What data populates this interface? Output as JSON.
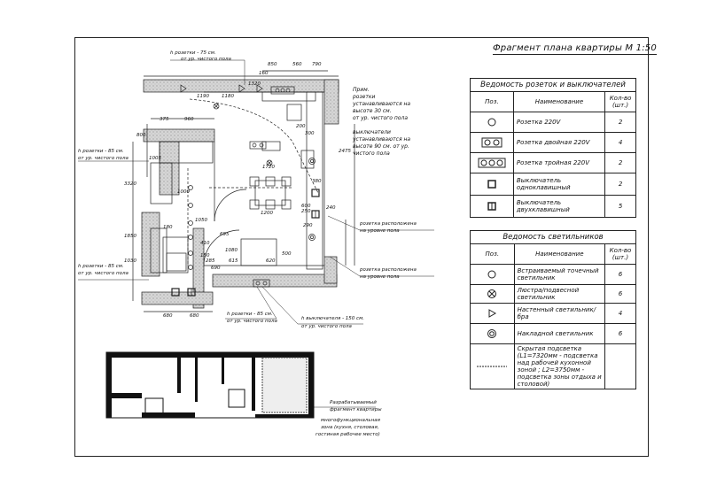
{
  "title": "Фрагмент плана квартиры М 1:50",
  "sockets_table": {
    "caption": "Ведомость розеток и выключателей",
    "headers": [
      "Поз.",
      "Наименование",
      "Кол-во (шт.)"
    ],
    "rows": [
      {
        "icon": "socket-icon",
        "name": "Розетка 220V",
        "qty": "2"
      },
      {
        "icon": "double-socket-icon",
        "name": "Розетка двойная 220V",
        "qty": "4"
      },
      {
        "icon": "triple-socket-icon",
        "name": "Розетка тройная 220V",
        "qty": "2"
      },
      {
        "icon": "single-switch-icon",
        "name": "Выключатель одноклавишный",
        "qty": "2"
      },
      {
        "icon": "double-switch-icon",
        "name": "Выключатель двухклавишный",
        "qty": "5"
      }
    ]
  },
  "lights_table": {
    "caption": "Ведомость светильников",
    "headers": [
      "Поз.",
      "Наименование",
      "Кол-во (шт.)"
    ],
    "rows": [
      {
        "icon": "spotlight-icon",
        "name": "Встраиваемый точечный светильник",
        "qty": "6"
      },
      {
        "icon": "chandelier-icon",
        "name": "Люстра/подвесной светильник",
        "qty": "6"
      },
      {
        "icon": "wall-light-icon",
        "name": "Настенный светильник/бра",
        "qty": "4"
      },
      {
        "icon": "surface-light-icon",
        "name": "Накладной светильник",
        "qty": "6"
      },
      {
        "icon": "hidden-light-icon",
        "name": "Скрытая подсветка (L1=7320мм - подсветка над рабочей кухонной зоной ; L2=3750мм - подсветка зоны отдыха и столовой)",
        "qty": ""
      }
    ]
  },
  "notes": {
    "prim_1": "Прим.",
    "prim_2": "розетки",
    "prim_3": "устанавливаются на",
    "prim_4": "высоте 30 см.",
    "prim_5": "от ур. чистого пола",
    "sw_1": "выключатели",
    "sw_2": "устанавливаются на",
    "sw_3": "высоте 90 см. от ур.",
    "sw_4": "чистого пола"
  },
  "labels": {
    "h75_a": "h розетки - 75 см.",
    "h75_b": "от ур. чистого пола",
    "h85a_a": "h розетки - 85 см.",
    "h85a_b": "от ур. чистого пола",
    "h85b_a": "h розетки - 85 см.",
    "h85b_b": "от ур. чистого пола",
    "h85c_a": "h розетки - 85 см.",
    "h85c_b": "от ур. чистого пола",
    "h150_a": "h выключателя - 150 см.",
    "h150_b": "от ур. чистого пола",
    "floor1_a": "розетка расположена",
    "floor1_b": "на уровне пола",
    "floor2_a": "розетка расположена",
    "floor2_b": "на уровне пола",
    "frag_1": "Разрабатываемый",
    "frag_2": "фрагмент квартиры",
    "zone_1": "многофункциональная",
    "zone_2": "зона (кухня, столовая,",
    "zone_3": "гостиная рабочее место)"
  },
  "dimensions": {
    "d850": "850",
    "d560": "560",
    "d790": "790",
    "d160": "160",
    "d1320": "1320",
    "d1190": "1190",
    "d1180": "1180",
    "d375": "375",
    "d960": "960",
    "d800": "800",
    "d3320": "3320",
    "d2475": "2475",
    "d1720": "1720",
    "d1200": "1200",
    "d600": "600",
    "d300": "300",
    "d500": "500",
    "d1030": "1030",
    "d680": "680",
    "d680b": "680",
    "d690": "690",
    "d695": "695",
    "d615": "615",
    "d410": "410",
    "d1000": "1000",
    "d200": "200",
    "d250": "250",
    "d180": "180",
    "d240": "240",
    "d285": "285",
    "d1005": "1005",
    "d1850": "1850",
    "d1080": "1080",
    "d380": "380",
    "d290": "290",
    "d1050": "1050",
    "d620": "620",
    "d150": "150"
  }
}
